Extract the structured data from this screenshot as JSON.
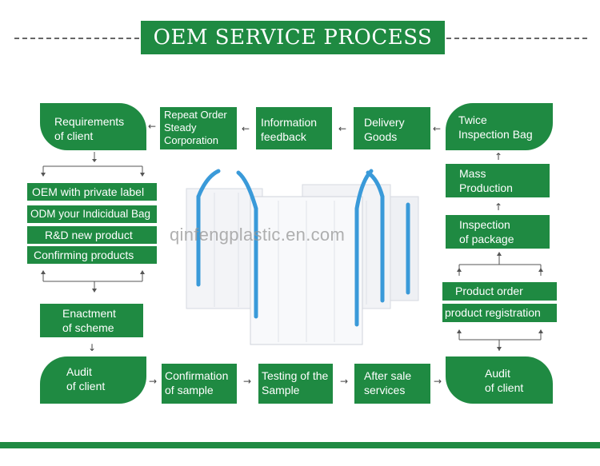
{
  "title": "OEM SERVICE PROCESS",
  "watermark": "qinfengplastic.en.com",
  "colors": {
    "green": "#1f8a42",
    "bag_strap": "#3a9ad9",
    "text_on_green": "#ffffff"
  },
  "steps": {
    "requirements": "Requirements\nof client",
    "repeat_order": "Repeat Order\nSteady\nCorporation",
    "information_feedback": "Information\nfeedback",
    "delivery_goods": "Delivery\nGoods",
    "twice_inspection": "Twice\nInspection Bag",
    "oem_private_label": "OEM with private label",
    "odm_bag": "ODM your Indicidual Bag",
    "rd_new_product": "R&D new product",
    "confirming_products": "Confirming products",
    "mass_production": "Mass\nProduction",
    "inspection_package": "Inspection\nof package",
    "product_order": "Product order",
    "product_registration": "product registration",
    "enactment_scheme": "Enactment\nof scheme",
    "audit_client_left": "Audit\nof client",
    "confirmation_sample": "Confirmation\nof sample",
    "testing_sample": "Testing of the\nSample",
    "after_sale": "After sale\nservices",
    "audit_client_right": "Audit\nof client"
  },
  "arrow_glyphs": {
    "left": "←",
    "right": "→",
    "down": "↓",
    "up": "↑"
  }
}
